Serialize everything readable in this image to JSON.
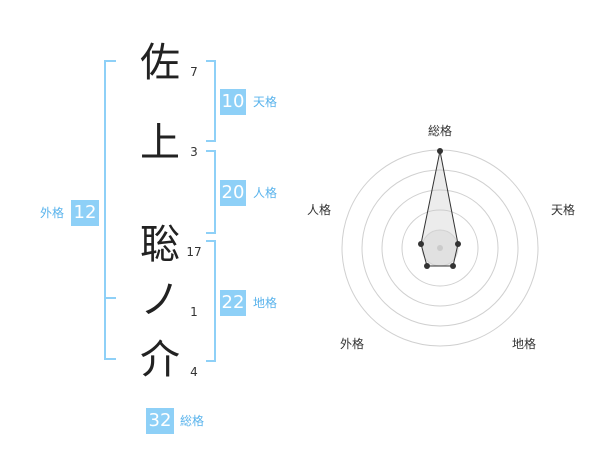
{
  "name": {
    "characters": [
      {
        "char": "佐",
        "strokes": "7"
      },
      {
        "char": "上",
        "strokes": "3"
      },
      {
        "char": "聡",
        "strokes": "17"
      },
      {
        "char": "ノ",
        "strokes": "1"
      },
      {
        "char": "介",
        "strokes": "4"
      }
    ]
  },
  "fortunes": {
    "tenkaku": {
      "value": "10",
      "label": "天格"
    },
    "jinkaku": {
      "value": "20",
      "label": "人格"
    },
    "chikaku": {
      "value": "22",
      "label": "地格"
    },
    "gaikaku": {
      "value": "12",
      "label": "外格"
    },
    "soukaku": {
      "value": "32",
      "label": "総格"
    }
  },
  "radar": {
    "axes": [
      "総格",
      "天格",
      "地格",
      "外格",
      "人格"
    ]
  },
  "colors": {
    "accent": "#8ed0f7",
    "label_text": "#59b3ec"
  }
}
